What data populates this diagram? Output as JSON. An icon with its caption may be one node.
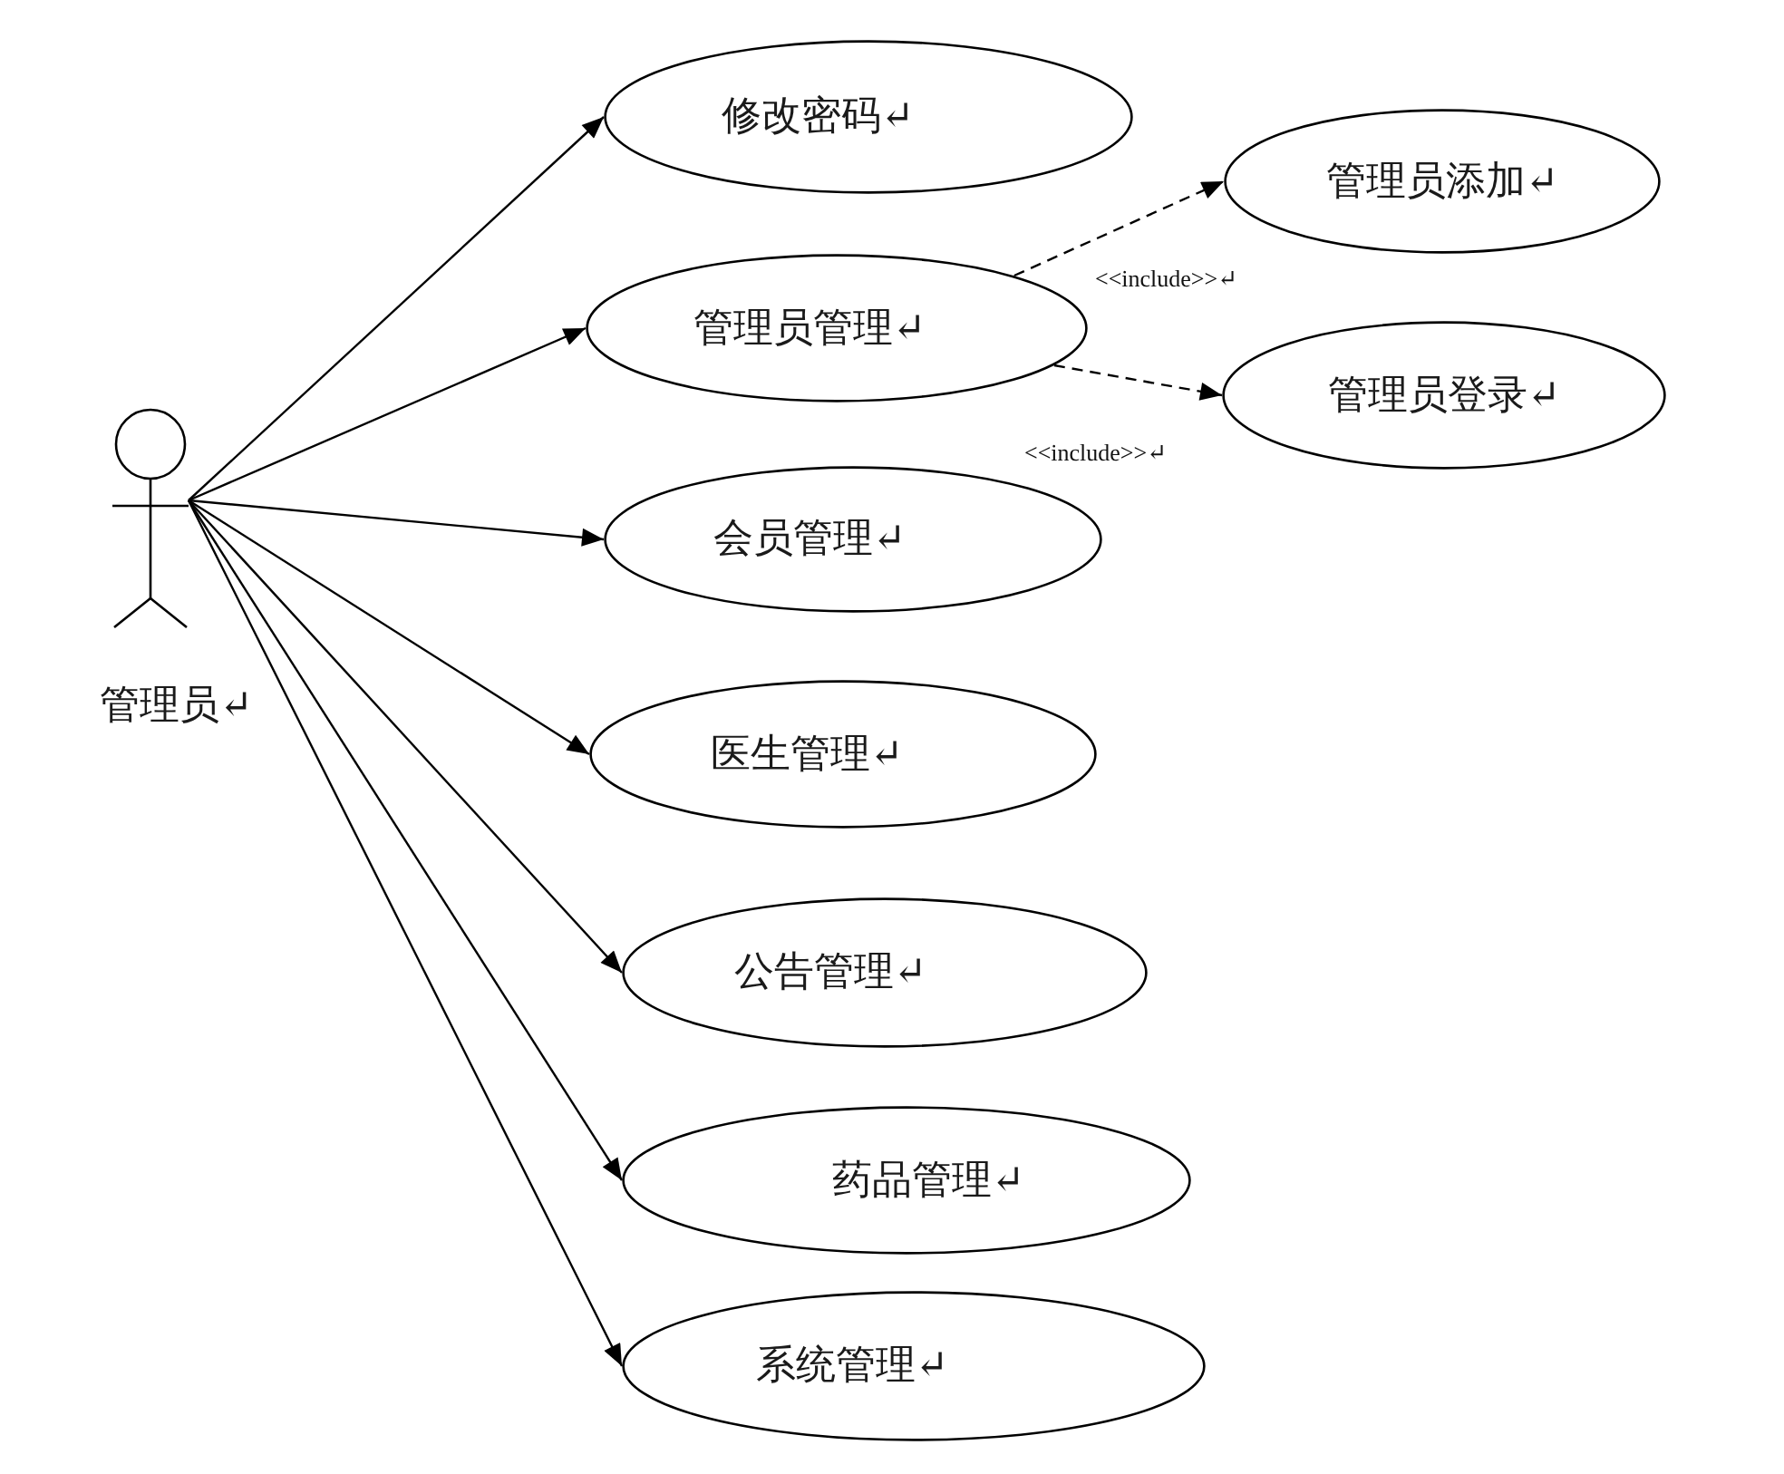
{
  "diagram": {
    "nodes": [
      {
        "text": [],
        "shape": "person",
        "beside": [
          "管理员↵"
        ]
      },
      {
        "text": [
          "修改密码↵"
        ]
      },
      {
        "text": [
          "管理员管理↵"
        ]
      },
      {
        "text": [
          "管理员添加↵"
        ]
      },
      {
        "text": [
          "管理员登录↵"
        ]
      },
      {
        "text": [
          "会员管理↵"
        ]
      },
      {
        "text": [
          "医生管理↵"
        ]
      },
      {
        "text": [
          "公告管理↵"
        ]
      },
      {
        "text": [
          "药品管理↵"
        ]
      },
      {
        "text": [
          "系统管理↵"
        ]
      }
    ],
    "edges": [
      {
        "from": 0,
        "to": 1,
        "arrow": "to"
      },
      {
        "from": 0,
        "to": 2,
        "arrow": "to"
      },
      {
        "from": 2,
        "to": 3,
        "arrow": "to",
        "label": "<<include>>↵",
        "style": "dashed"
      },
      {
        "from": 2,
        "to": 4,
        "arrow": "to",
        "label": "<<include>>↵",
        "style": "dashed"
      },
      {
        "from": 0,
        "to": 5,
        "arrow": "to"
      },
      {
        "from": 0,
        "to": 6,
        "arrow": "to"
      },
      {
        "from": 0,
        "to": 7,
        "arrow": "to"
      },
      {
        "from": 0,
        "to": 8,
        "arrow": "to"
      },
      {
        "from": 0,
        "to": 9,
        "arrow": "to"
      }
    ]
  }
}
